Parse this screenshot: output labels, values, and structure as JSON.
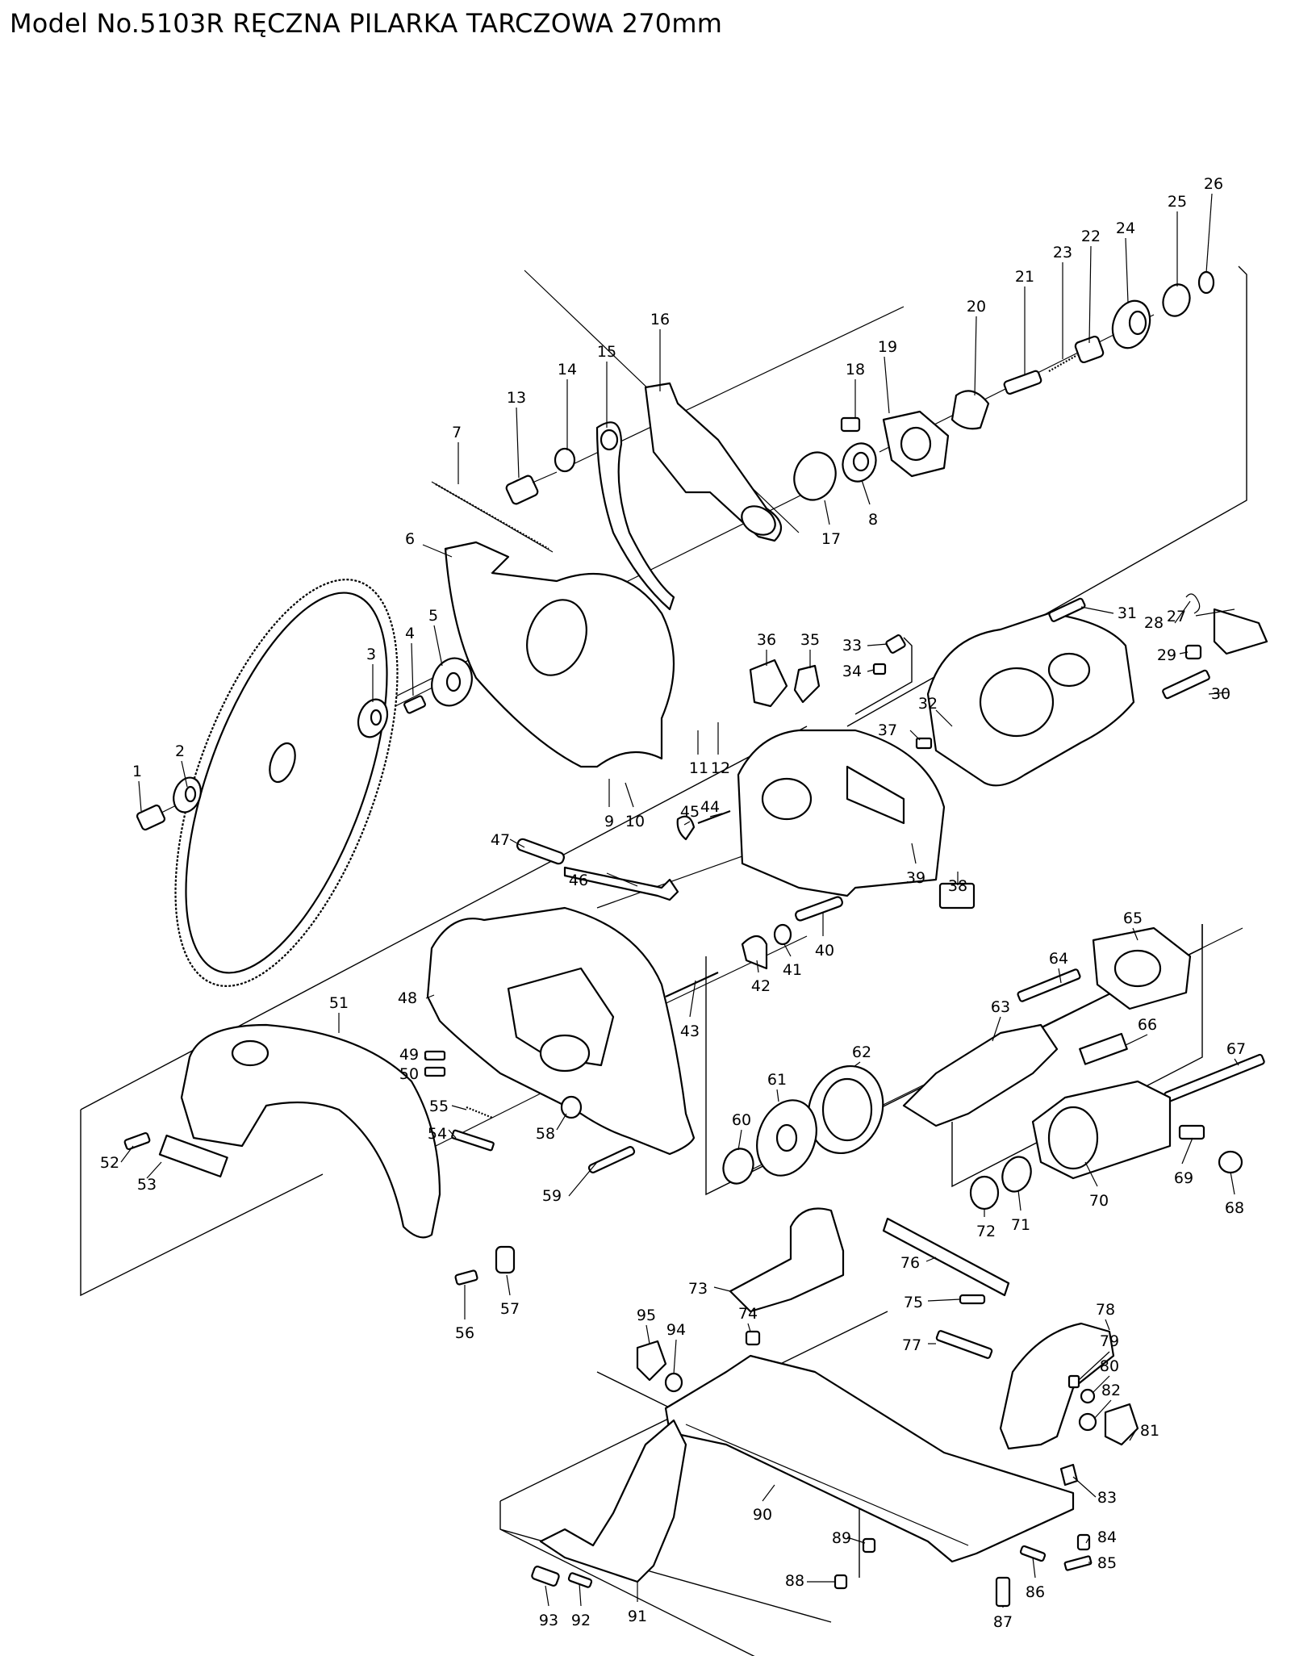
{
  "title": "Model No.5103R RĘCZNA PILARKA TARCZOWA 270mm",
  "parts": [
    {
      "no": "1"
    },
    {
      "no": "2"
    },
    {
      "no": "3"
    },
    {
      "no": "4"
    },
    {
      "no": "5"
    },
    {
      "no": "6"
    },
    {
      "no": "7"
    },
    {
      "no": "8"
    },
    {
      "no": "9"
    },
    {
      "no": "10"
    },
    {
      "no": "11"
    },
    {
      "no": "12"
    },
    {
      "no": "13"
    },
    {
      "no": "14"
    },
    {
      "no": "15"
    },
    {
      "no": "16"
    },
    {
      "no": "17"
    },
    {
      "no": "18"
    },
    {
      "no": "19"
    },
    {
      "no": "20"
    },
    {
      "no": "21"
    },
    {
      "no": "22"
    },
    {
      "no": "23"
    },
    {
      "no": "24"
    },
    {
      "no": "25"
    },
    {
      "no": "26"
    },
    {
      "no": "27"
    },
    {
      "no": "28"
    },
    {
      "no": "29"
    },
    {
      "no": "30"
    },
    {
      "no": "31"
    },
    {
      "no": "32"
    },
    {
      "no": "33"
    },
    {
      "no": "34"
    },
    {
      "no": "35"
    },
    {
      "no": "36"
    },
    {
      "no": "37"
    },
    {
      "no": "38"
    },
    {
      "no": "39"
    },
    {
      "no": "40"
    },
    {
      "no": "41"
    },
    {
      "no": "42"
    },
    {
      "no": "43"
    },
    {
      "no": "44"
    },
    {
      "no": "45"
    },
    {
      "no": "46"
    },
    {
      "no": "47"
    },
    {
      "no": "48"
    },
    {
      "no": "49"
    },
    {
      "no": "50"
    },
    {
      "no": "51"
    },
    {
      "no": "52"
    },
    {
      "no": "53"
    },
    {
      "no": "54"
    },
    {
      "no": "55"
    },
    {
      "no": "56"
    },
    {
      "no": "57"
    },
    {
      "no": "58"
    },
    {
      "no": "59"
    },
    {
      "no": "60"
    },
    {
      "no": "61"
    },
    {
      "no": "62"
    },
    {
      "no": "63"
    },
    {
      "no": "64"
    },
    {
      "no": "65"
    },
    {
      "no": "66"
    },
    {
      "no": "67"
    },
    {
      "no": "68"
    },
    {
      "no": "69"
    },
    {
      "no": "70"
    },
    {
      "no": "71"
    },
    {
      "no": "72"
    },
    {
      "no": "73"
    },
    {
      "no": "74"
    },
    {
      "no": "75"
    },
    {
      "no": "76"
    },
    {
      "no": "77"
    },
    {
      "no": "78"
    },
    {
      "no": "79"
    },
    {
      "no": "80"
    },
    {
      "no": "81"
    },
    {
      "no": "82"
    },
    {
      "no": "83"
    },
    {
      "no": "84"
    },
    {
      "no": "85"
    },
    {
      "no": "86"
    },
    {
      "no": "87"
    },
    {
      "no": "88"
    },
    {
      "no": "89"
    },
    {
      "no": "90"
    },
    {
      "no": "91"
    },
    {
      "no": "92"
    },
    {
      "no": "93"
    },
    {
      "no": "94"
    },
    {
      "no": "95"
    }
  ]
}
